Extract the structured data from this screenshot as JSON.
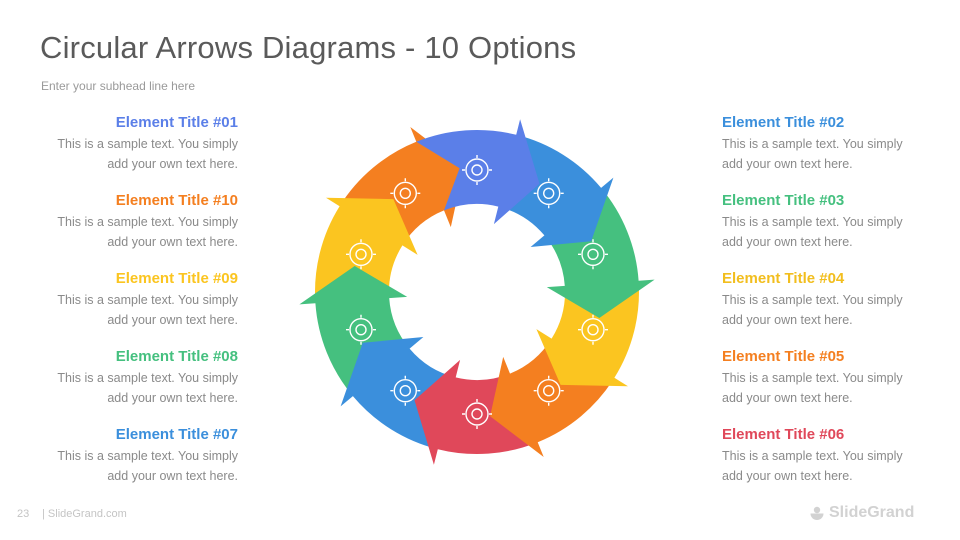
{
  "header": {
    "title": "Circular Arrows Diagrams - 10 Options",
    "subhead": "Enter your subhead line here"
  },
  "elements": [
    {
      "title": "Element Title #01",
      "text": "This is a sample text. You simply add your own text here.",
      "color": "#5B7FE8",
      "icon": "lightbulb-puzzle-icon"
    },
    {
      "title": "Element Title #02",
      "text": "This is a sample text. You simply add your own text here.",
      "color": "#3B8FDC",
      "icon": "chess-gear-icon"
    },
    {
      "title": "Element Title #03",
      "text": "This is a sample text. You simply add your own text here.",
      "color": "#45C07F",
      "icon": "clipboard-check-icon"
    },
    {
      "title": "Element Title #04",
      "text": "This is a sample text. You simply add your own text here.",
      "color": "#FBC520",
      "icon": "handshake-team-icon"
    },
    {
      "title": "Element Title #05",
      "text": "This is a sample text. You simply add your own text here.",
      "color": "#F47F20",
      "icon": "idea-gear-process-icon"
    },
    {
      "title": "Element Title #06",
      "text": "This is a sample text. You simply add your own text here.",
      "color": "#E0485A",
      "icon": "target-audience-icon"
    },
    {
      "title": "Element Title #07",
      "text": "This is a sample text. You simply add your own text here.",
      "color": "#3B8FDC",
      "icon": "head-gears-icon"
    },
    {
      "title": "Element Title #08",
      "text": "This is a sample text. You simply add your own text here.",
      "color": "#45C07F",
      "icon": "growth-chart-icon"
    },
    {
      "title": "Element Title #09",
      "text": "This is a sample text. You simply add your own text here.",
      "color": "#FBC520",
      "icon": "gear-cycle-icon"
    },
    {
      "title": "Element Title #10",
      "text": "This is a sample text. You simply add your own text here.",
      "color": "#F47F20",
      "icon": "trophy-hand-icon"
    }
  ],
  "footer": {
    "page_number": "23",
    "site": "| SlideGrand.com",
    "logo_text": "SlideGrand"
  }
}
